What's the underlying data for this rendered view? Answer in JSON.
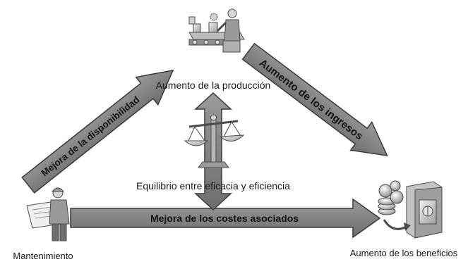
{
  "diagram": {
    "node_labels": {
      "top": "Aumento de la producción",
      "bottom_left": "Mantenimiento",
      "bottom_right": "Aumento de los beneficios",
      "center": "Equilibrio entre eficacia y eficiencia"
    },
    "arrows": {
      "left": "Mejora de la disponibilidad",
      "right": "Aumento de los ingresos",
      "bottom": "Mejora de los costes asociados"
    },
    "icons": {
      "top": "factory-worker-conveyor-icon",
      "bottom_left": "engineer-blueprint-icon",
      "bottom_right": "coins-safe-icon",
      "center": "balance-scale-icon"
    },
    "colors": {
      "arrow_fill": "#808080",
      "arrow_stroke": "#3a3a3a",
      "icon_light": "#d6d6d6",
      "icon_mid": "#9a9a9a",
      "icon_dark": "#4a4a4a"
    }
  }
}
